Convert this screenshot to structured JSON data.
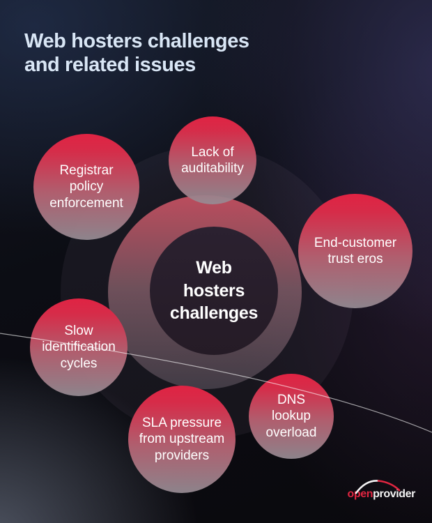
{
  "title": {
    "line1": "Web hosters challenges",
    "line2": "and related issues"
  },
  "hub": {
    "lines": [
      "Web",
      "hosters",
      "challenges"
    ],
    "full_label": "Web hosters challenges"
  },
  "satellites": [
    {
      "id": "registrar-policy-enforcement",
      "label": "Registrar policy enforcement"
    },
    {
      "id": "lack-of-auditability",
      "label": "Lack of auditability"
    },
    {
      "id": "end-customer-trust-erosion",
      "label": "End-customer trust eros"
    },
    {
      "id": "slow-identification-cycles",
      "label": "Slow identification cycles"
    },
    {
      "id": "sla-pressure-from-upstream-providers",
      "label": "SLA pressure from upstream providers"
    },
    {
      "id": "dns-lookup-overload",
      "label": "DNS lookup overload"
    }
  ],
  "logo": {
    "part1": "open",
    "part2": "provider"
  },
  "theme": {
    "bubble_top": "#e02343",
    "bubble_bottom": "rgba(150,140,148,0.93)",
    "title_color": "#d9e6f5",
    "logo_red": "#e02540",
    "line_color": "rgba(255,255,255,0.6)",
    "core_dark": "#251d27",
    "background_base": "#0b0c11"
  }
}
